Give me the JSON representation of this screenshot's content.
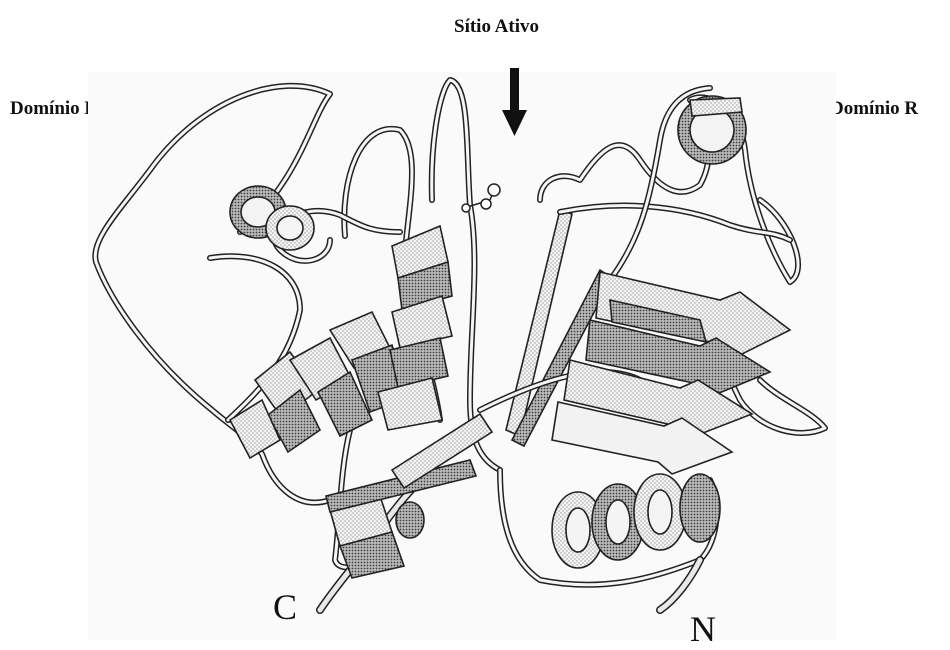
{
  "labels": {
    "active_site": "Sítio Ativo",
    "domain_left": "Domínio L",
    "domain_right": "Domínio R",
    "c_terminus": "C",
    "n_terminus": "N"
  },
  "colors": {
    "ink": "#111111",
    "ribbon_fill": "#f2f2f2",
    "shade": "#bdbdbd",
    "dark_shade": "#6e6e6e"
  }
}
